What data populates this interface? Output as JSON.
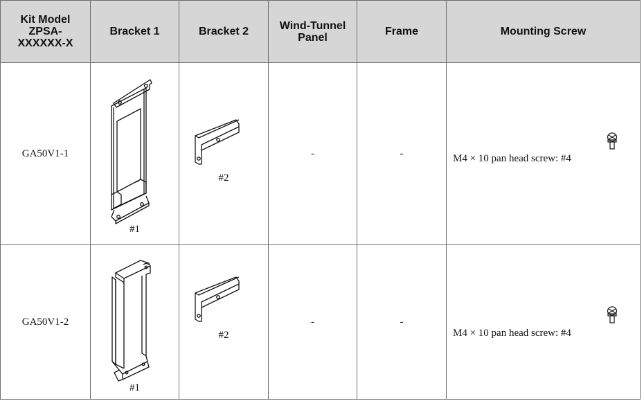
{
  "headers": {
    "kit_model": [
      "Kit Model",
      "ZPSA-",
      "XXXXXX-X"
    ],
    "bracket1": "Bracket 1",
    "bracket2": "Bracket 2",
    "wind_tunnel_panel": [
      "Wind-Tunnel",
      "Panel"
    ],
    "frame": "Frame",
    "mounting_screw": "Mounting Screw"
  },
  "rows": [
    {
      "model": "GA50V1-1",
      "bracket1_label": "#1",
      "bracket2_label": "#2",
      "wind_tunnel_panel": "-",
      "frame": "-",
      "mounting_screw": "M4 × 10 pan head screw: #4"
    },
    {
      "model": "GA50V1-2",
      "bracket1_label": "#1",
      "bracket2_label": "#2",
      "wind_tunnel_panel": "-",
      "frame": "-",
      "mounting_screw": "M4 × 10 pan head screw: #4"
    }
  ],
  "icons": {
    "bracket1_row1": "flat-bracket-drawing",
    "bracket1_row2": "box-bracket-drawing",
    "bracket2": "angle-bracket-drawing",
    "screw": "pan-head-screw-drawing"
  }
}
